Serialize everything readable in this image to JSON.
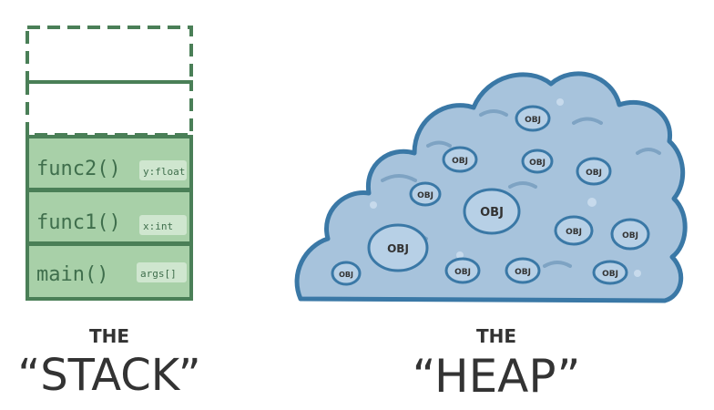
{
  "stack": {
    "frames": [
      {
        "name": "func2()",
        "var": "y:float"
      },
      {
        "name": "func1()",
        "var": "x:int"
      },
      {
        "name": "main()",
        "var": "args[]"
      }
    ],
    "caption_small": "THE",
    "caption_big": "“STACK”"
  },
  "heap": {
    "object_label": "OBJ",
    "caption_small": "THE",
    "caption_big": "“HEAP”"
  },
  "colors": {
    "stack_fill": "#a8d0a8",
    "stack_border": "#4a7f57",
    "stack_tag": "#cfe6cf",
    "heap_fill": "#a7c3dc",
    "heap_border": "#3a78a6",
    "object_fill": "#b7d0e6"
  }
}
